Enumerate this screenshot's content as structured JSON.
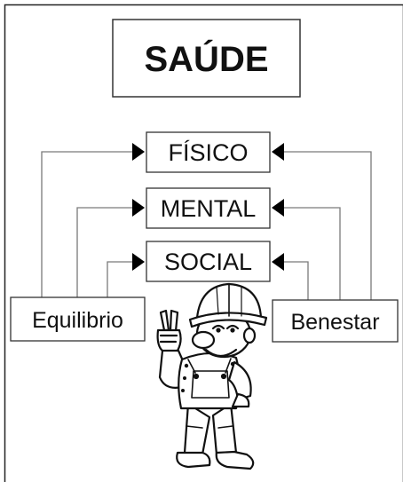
{
  "title": "SAÚDE",
  "center_items": [
    "FÍSICO",
    "MENTAL",
    "SOCIAL"
  ],
  "left_label": "Equilibrio",
  "right_label": "Benestar",
  "figure": "worker-mascot-victory-sign",
  "colors": {
    "ink": "#111111",
    "line": "#7a7a7a",
    "background": "#ffffff"
  }
}
